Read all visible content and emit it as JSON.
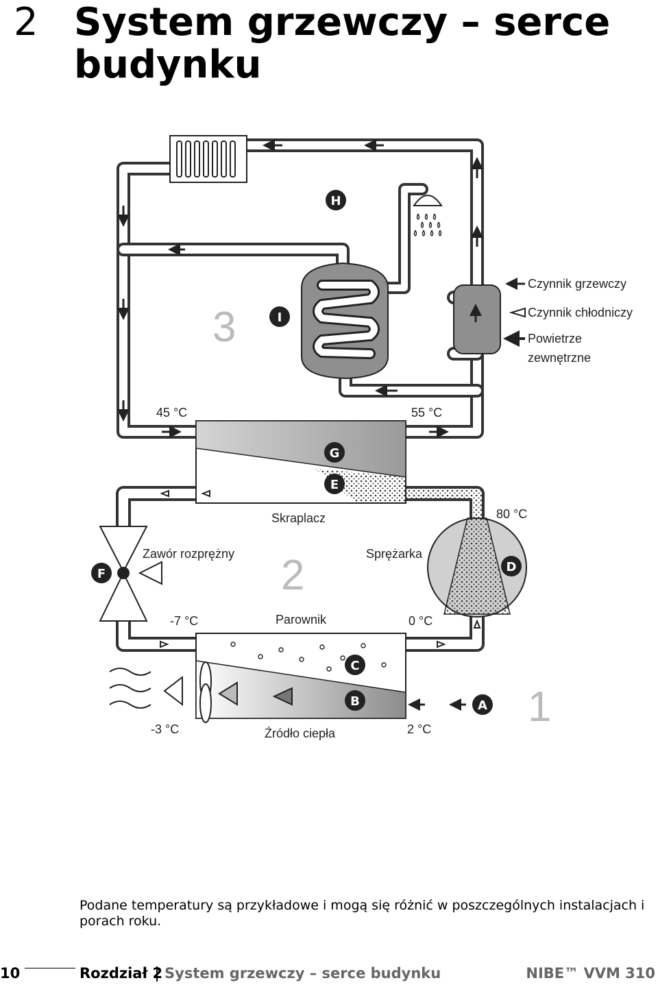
{
  "header": {
    "chapter_number": "2",
    "title": "System grzewczy – serce budynku"
  },
  "diagram": {
    "legend": [
      {
        "label": "Czynnik grzewczy"
      },
      {
        "label": "Czynnik chłodniczy"
      },
      {
        "label": "Powietrze zewnętrzne"
      }
    ],
    "labels": {
      "skraplacz": "Skraplacz",
      "zawor": "Zawór rozprężny",
      "sprezarka": "Sprężarka",
      "parownik": "Parownik",
      "zrodlo": "Źródło ciepła"
    },
    "temps": {
      "t45": "45 °C",
      "t55": "55 °C",
      "t80": "80 °C",
      "tm7": "-7 °C",
      "t0": "0 °C",
      "tm3": "-3 °C",
      "t2": "2 °C"
    },
    "circuit_numbers": {
      "c1": "1",
      "c2": "2",
      "c3": "3"
    },
    "badges": {
      "A": "A",
      "B": "B",
      "C": "C",
      "D": "D",
      "E": "E",
      "F": "F",
      "G": "G",
      "H": "H",
      "I": "I"
    }
  },
  "note": "Podane temperatury są przykładowe i mogą się różnić w poszczególnych instalacjach i porach roku.",
  "footer": {
    "page_number": "10",
    "chapter": "Rozdział 2",
    "chapter_title": "System grzewczy – serce budynku",
    "product": "NIBE™ VVM 310"
  }
}
